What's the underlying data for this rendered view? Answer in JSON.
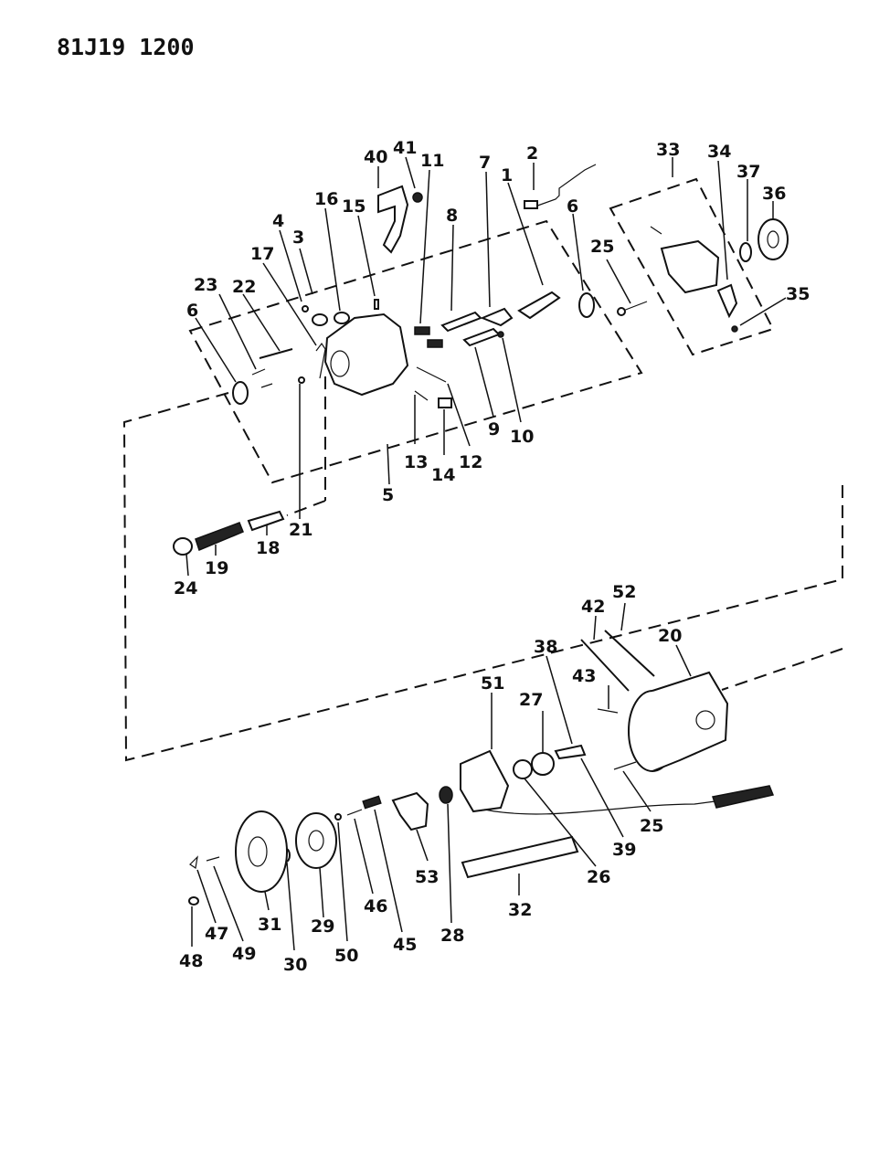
{
  "drawing_number": "81J19 1200",
  "callouts": [
    "1",
    "2",
    "3",
    "4",
    "5",
    "6",
    "6",
    "7",
    "8",
    "9",
    "10",
    "11",
    "12",
    "13",
    "14",
    "15",
    "16",
    "17",
    "18",
    "19",
    "20",
    "21",
    "22",
    "23",
    "24",
    "25",
    "25",
    "26",
    "27",
    "28",
    "29",
    "30",
    "31",
    "32",
    "33",
    "34",
    "35",
    "36",
    "37",
    "38",
    "39",
    "40",
    "41",
    "42",
    "43",
    "45",
    "46",
    "47",
    "48",
    "49",
    "50",
    "51",
    "52",
    "53"
  ]
}
